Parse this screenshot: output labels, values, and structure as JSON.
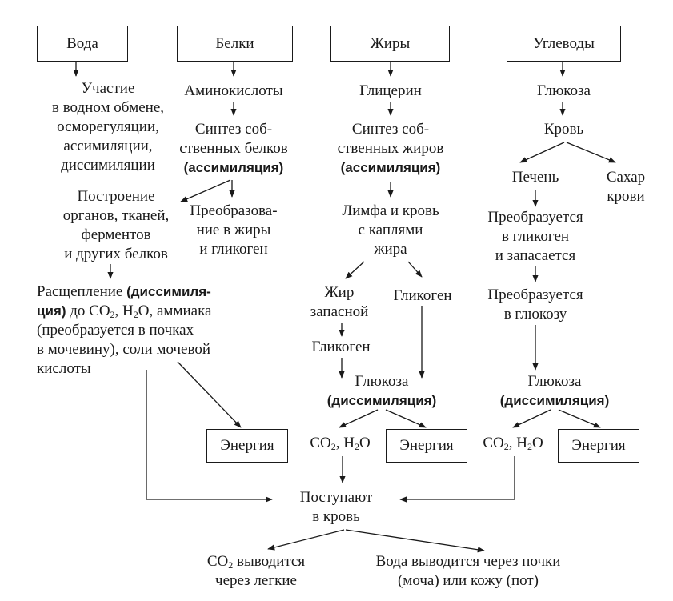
{
  "headers": {
    "water": "Вода",
    "proteins": "Белки",
    "fats": "Жиры",
    "carbs": "Углеводы"
  },
  "water": {
    "participation": [
      "Участие",
      "в водном обмене,",
      "осморегуляции,",
      "ассимиляции,",
      "диссимиляции"
    ]
  },
  "proteins": {
    "amino_acids": "Аминокислоты",
    "synthesis": [
      "Синтез соб-",
      "ственных белков"
    ],
    "synthesis_bold": "(ассимиляция)",
    "building": [
      "Построение",
      "органов, тканей,",
      "ферментов",
      "и других белков"
    ],
    "transform": [
      "Преобразова-",
      "ние в жиры",
      "и гликоген"
    ],
    "breakdown_line1_plain": "Расщепление ",
    "breakdown_line1_bold": "(диссимиля-",
    "breakdown_line2_bold": "ция)",
    "breakdown_line2_a": " до CO",
    "breakdown_line2_sub1": "2",
    "breakdown_line2_b": ", H",
    "breakdown_line2_sub2": "2",
    "breakdown_line2_c": "O, аммиака",
    "breakdown_rest": [
      "(преобразуется в почках",
      "в мочевину), соли мочевой",
      "кислоты"
    ],
    "energy": "Энергия"
  },
  "fats": {
    "glycerol": "Глицерин",
    "synthesis": [
      "Синтез соб-",
      "ственных жиров"
    ],
    "synthesis_bold": "(ассимиляция)",
    "lymph": [
      "Лимфа и кровь",
      "с каплями",
      "жира"
    ],
    "reserve_fat": [
      "Жир",
      "запасной"
    ],
    "glycogen_right": "Гликоген",
    "glycogen_left": "Гликоген",
    "glucose": "Глюкоза",
    "dissimilation": "(диссимиляция)",
    "products_a": "CO",
    "products_sub1": "2",
    "products_b": ", H",
    "products_sub2": "2",
    "products_c": "O",
    "energy": "Энергия"
  },
  "carbs": {
    "glucose_top": "Глюкоза",
    "blood": "Кровь",
    "liver": "Печень",
    "blood_sugar": [
      "Сахар",
      "крови"
    ],
    "to_glycogen": [
      "Преобразуется",
      "в гликоген",
      "и запасается"
    ],
    "to_glucose": [
      "Преобразуется",
      "в глюкозу"
    ],
    "glucose": "Глюкоза",
    "dissimilation": "(диссимиляция)",
    "products_a": "CO",
    "products_sub1": "2",
    "products_b": ", H",
    "products_sub2": "2",
    "products_c": "O",
    "energy": "Энергия"
  },
  "bottom": {
    "enter_blood": [
      "Поступают",
      "в кровь"
    ],
    "co2_a": "CO",
    "co2_sub": "2",
    "co2_b": " выводится",
    "co2_line2": "через легкие",
    "water_out": [
      "Вода выводится через почки",
      "(моча) или кожу (пот)"
    ]
  }
}
